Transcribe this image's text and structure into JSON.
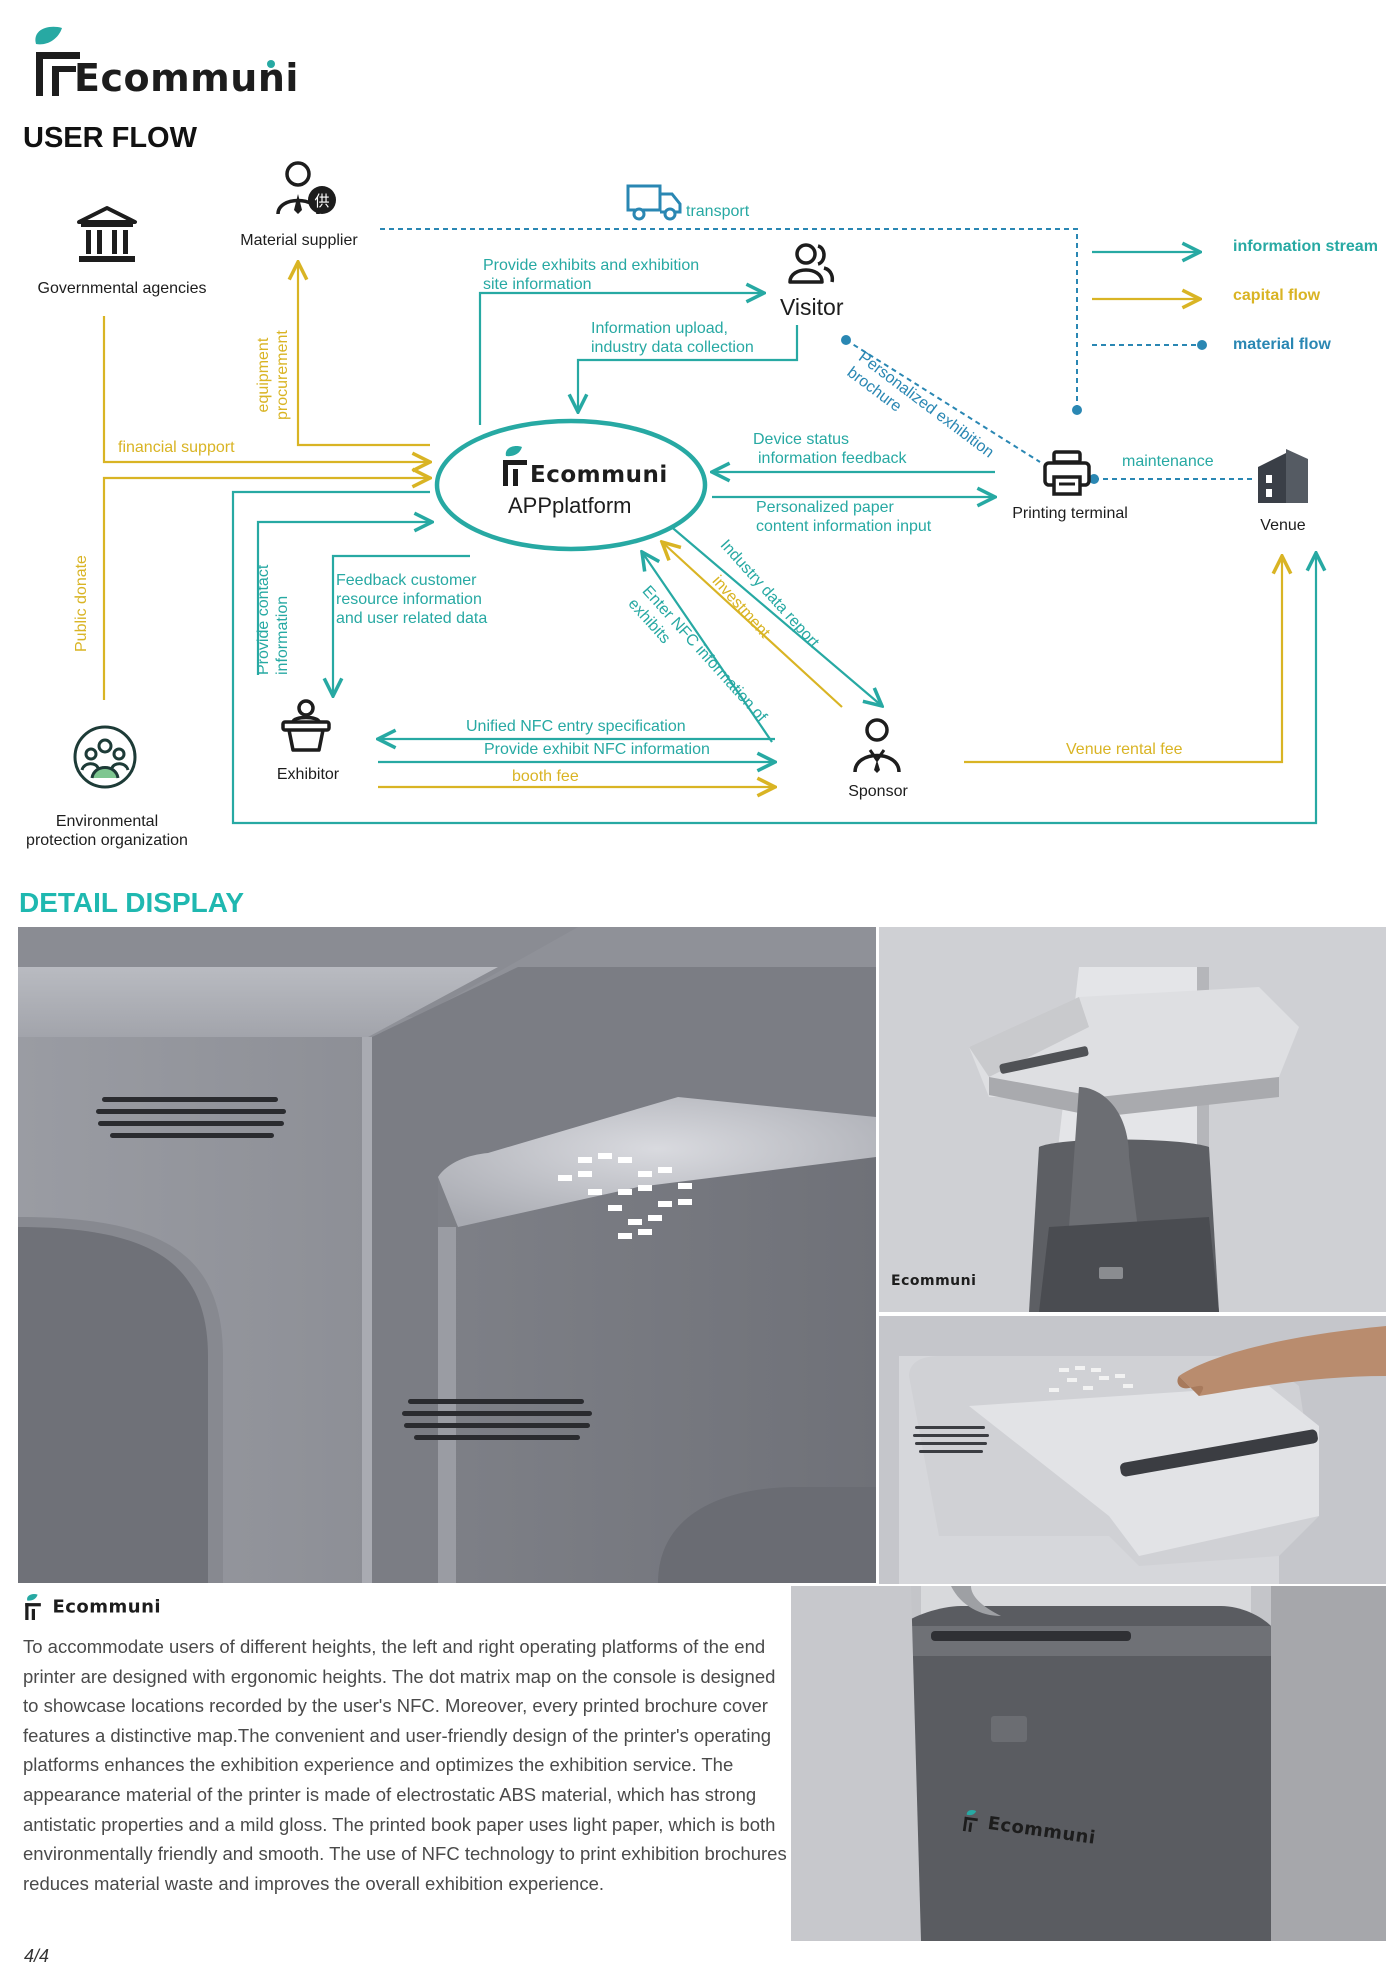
{
  "brand": {
    "name": "Ecommuni",
    "colors": {
      "teal": "#27a9a3",
      "gold": "#d9b424",
      "blue": "#2a87b3",
      "section_teal": "#1fb8b0"
    }
  },
  "sections": {
    "user_flow": "USER FLOW",
    "detail_display": "DETAIL DISPLAY"
  },
  "diagram": {
    "nodes": {
      "government": "Governmental agencies",
      "supplier": "Material supplier",
      "visitor": "Visitor",
      "platform_line2": "APPplatform",
      "printer": "Printing terminal",
      "venue": "Venue",
      "exhibitor": "Exhibitor",
      "sponsor": "Sponsor",
      "env_line1": "Environmental",
      "env_line2": "protection organization",
      "supplier_badge": "供"
    },
    "icons": [
      "government-building-icon",
      "supplier-person-icon",
      "transport-truck-icon",
      "visitor-users-icon",
      "printer-icon",
      "venue-building-icon",
      "exhibitor-podium-icon",
      "sponsor-businessman-icon",
      "environment-group-icon"
    ],
    "legend": {
      "information": "information stream",
      "capital": "capital flow",
      "material": "material flow"
    },
    "edges": {
      "transport": "transport",
      "provide_exhibits_1": "Provide exhibits and exhibition",
      "provide_exhibits_2": "site information",
      "upload_1": "Information upload,",
      "upload_2": "industry data collection",
      "brochure_1": "Personalized exhibition",
      "brochure_2": "brochure",
      "procurement_1": "equipment",
      "procurement_2": "procurement",
      "financial": "financial support",
      "device_1": "Device status",
      "device_2": "information feedback",
      "maintenance": "maintenance",
      "paper_1": "Personalized paper",
      "paper_2": "content information input",
      "public_donate": "Public donate",
      "contact_1": "Provide contact",
      "contact_2": "information",
      "feedback_1": "Feedback customer",
      "feedback_2": "resource information",
      "feedback_3": "and user related data",
      "industry_report": "Industry data report",
      "investment": "investment",
      "enter_nfc_1": "Enter NFC information of",
      "enter_nfc_2": "exhibits",
      "unified_nfc": "Unified NFC entry specification",
      "provide_nfc": "Provide exhibit NFC information",
      "booth_fee": "booth fee",
      "venue_rental": "Venue rental fee"
    }
  },
  "description": "To accommodate users of different heights, the left and right operating platforms of the end printer are designed with ergonomic heights. The dot matrix map on the console is designed to showcase locations recorded by the user's NFC. Moreover, every printed brochure cover features a distinctive map.The convenient and user-friendly design of the printer's operating platforms enhances the exhibition experience and optimizes the exhibition service. The appearance material of the printer is made of electrostatic ABS material, which has strong antistatic properties and a mild gloss. The printed book paper uses light paper, which is both environmentally friendly and smooth. The use of NFC technology to print exhibition brochures reduces material waste and improves the overall exhibition experience.",
  "page_number": "4/4"
}
